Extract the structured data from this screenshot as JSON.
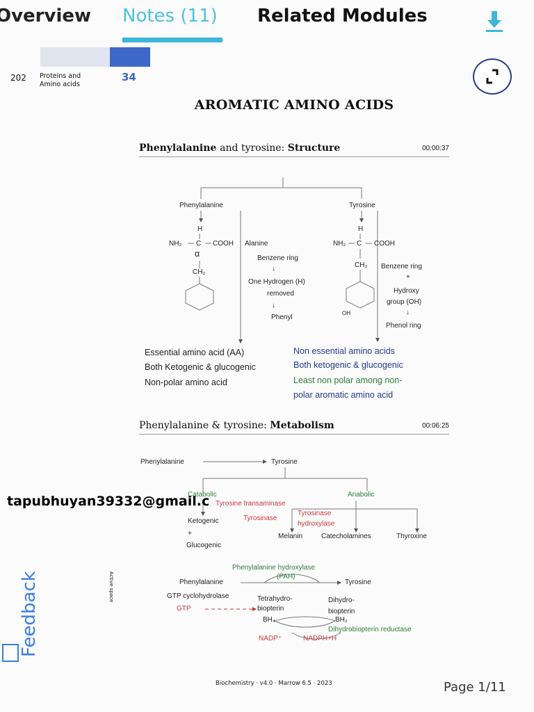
{
  "tabs": {
    "overview": "Overview",
    "notes": "Notes (11)",
    "related": "Related Modules"
  },
  "section": {
    "number": "202",
    "title": "Proteins and Amino acids",
    "count": "34",
    "progress_fraction": 0.37
  },
  "document": {
    "title": "AROMATIC AMINO ACIDS",
    "sections": [
      {
        "title_plain": "Phenylalanine ",
        "title_mid": "and tyrosine: ",
        "title_bold": "Structure",
        "time": "00:00:37"
      },
      {
        "title_plain": "Phenylalanine & tyrosine: ",
        "title_mid": "",
        "title_bold": "Metabolism",
        "time": "00:06:25"
      }
    ]
  },
  "structure": {
    "phe_label": "Phenylalanine",
    "tyr_label": "Tyrosine",
    "h": "H",
    "nh2": "NH₂",
    "c": "C",
    "cooh": "COOH",
    "alpha": "α",
    "ch2": "CH₂",
    "oh": "OH",
    "alanine": "Alanine",
    "benzene_ring": "Benzene ring",
    "one_h": "One Hydrogen (H)",
    "removed": "removed",
    "phenyl": "Phenyl",
    "plus": "+",
    "hydroxy": "Hydroxy",
    "group_oh": "group (OH)",
    "phenol_ring": "Phenol ring",
    "phe_facts": [
      "Essential amino acid (AA)",
      "Both Ketogenic & glucogenic",
      "Non-polar amino acid"
    ],
    "tyr_facts": [
      "Non essential amino acids",
      "Both ketogenic & glucogenic",
      "Least non polar among non-",
      "polar aromatic amino acid"
    ]
  },
  "metabolism": {
    "phe": "Phenylalanine",
    "tyr": "Tyrosine",
    "catabolic": "Catabolic",
    "anabolic": "Anabolic",
    "tyr_transaminase": "Tyrosine transaminase",
    "tyrosinase": "Tyrosinase",
    "tyr_hydroxylase_1": "Tyrosinase",
    "tyr_hydroxylase_2": "hydroxylase",
    "ketogenic": "Ketogenic",
    "plus": "+",
    "glucogenic": "Glucogenic",
    "melanin": "Melanin",
    "catecholamines": "Catecholamines",
    "thyroxine": "Thyroxine",
    "pah_1": "Phenylalanine hydroxylase",
    "pah_2": "(PAH)",
    "gtp_enzyme": "GTP cyclohydrolase",
    "gtp": "GTP",
    "thb_1": "Tetrahydro-",
    "thb_2": "biopterin",
    "dhb_1": "Dihydro-",
    "dhb_2": "biopterin",
    "bh4": "BH₄",
    "bh2": "BH₂",
    "dhbr": "Dihydrobiopterin reductase",
    "nadp": "NADP⁺",
    "nadph": "NADPH+H"
  },
  "watermark": "tapubhuyan39332@gmail.c",
  "feedback": "Feedback",
  "side_label": "Active space",
  "footer": "Biochemistry · v4.0 · Marrow 6.5 · 2023",
  "page": "Page 1/11",
  "colors": {
    "accent": "#3cb6d9",
    "progress": "#3d68c9",
    "feedback": "#3b7de0",
    "enzyme_red": "#c8373c",
    "note_blue": "#243a8a",
    "note_green": "#2e7d3a"
  },
  "icons": {
    "download": "download-icon",
    "expand": "expand-icon",
    "feedback": "feedback-icon"
  }
}
